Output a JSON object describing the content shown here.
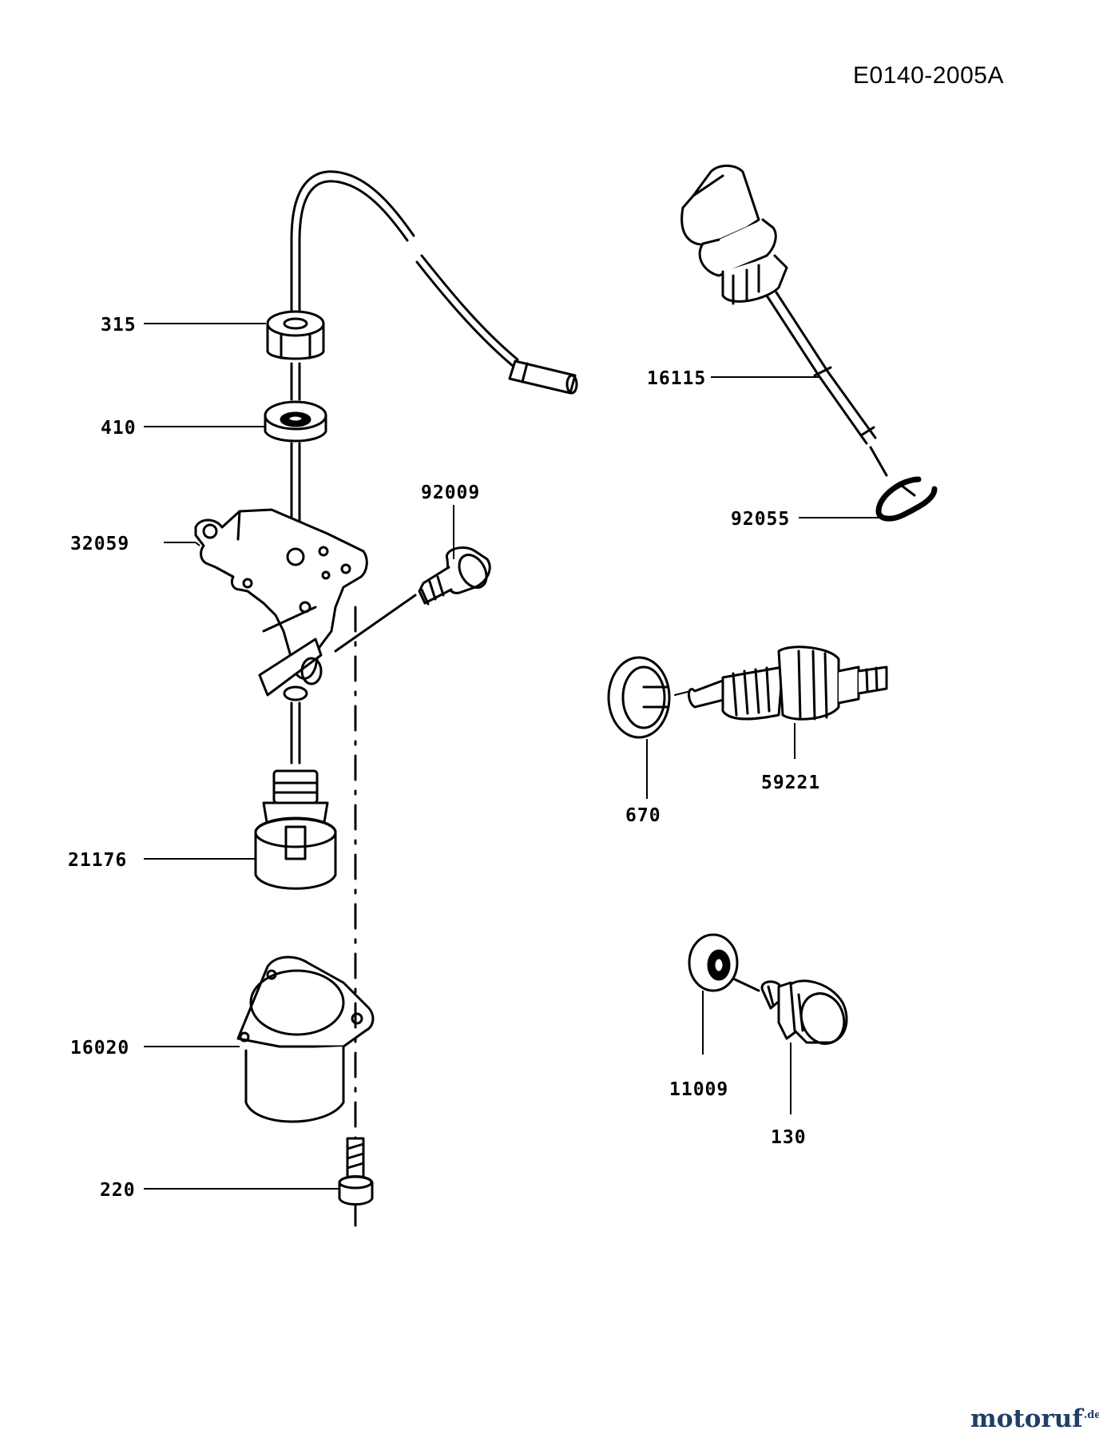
{
  "diagram_id": "E0140-2005A",
  "watermark": {
    "text_main": "motoruf",
    "text_tld": ".de"
  },
  "parts": {
    "p315": "315",
    "p410": "410",
    "p32059": "32059",
    "p92009": "92009",
    "p21176": "21176",
    "p16020": "16020",
    "p220": "220",
    "p16115": "16115",
    "p92055": "92055",
    "p670": "670",
    "p59221": "59221",
    "p11009": "11009",
    "p130": "130"
  }
}
